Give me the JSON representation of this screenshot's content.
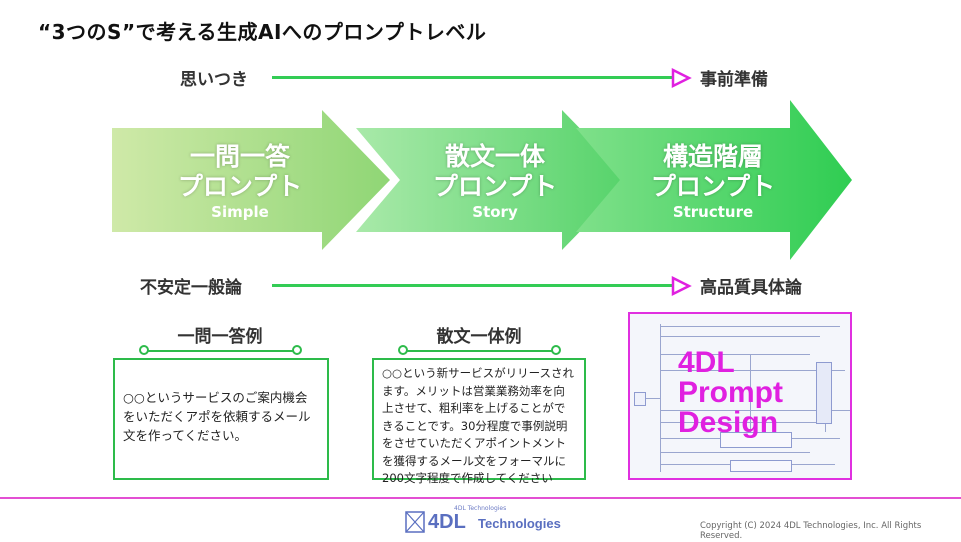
{
  "title": "“3つのS”で考える生成AIへのプロンプトレベル",
  "top_axis": {
    "left": "思いつき",
    "right": "事前準備"
  },
  "bottom_axis": {
    "left": "不安定一般論",
    "right": "高品質具体論"
  },
  "arrows": [
    {
      "line1": "一問一答",
      "line2": "プロンプト",
      "en": "Simple"
    },
    {
      "line1": "散文一体",
      "line2": "プロンプト",
      "en": "Story"
    },
    {
      "line1": "構造階層",
      "line2": "プロンプト",
      "en": "Structure"
    }
  ],
  "examples": [
    {
      "title": "一問一答例",
      "text": "○○というサービスのご案内機会をいただくアポを依頼するメール文を作ってください。"
    },
    {
      "title": "散文一体例",
      "text": "○○という新サービスがリリースされます。メリットは営業業務効率を向上させて、粗利率を上げることができることです。30分程度で事例説明をさせていただくアポイントメントを獲得するメール文をフォーマルに200文字程度で作成してください"
    }
  ],
  "mindmap": {
    "label_lines": [
      "4DL",
      "Prompt",
      "Design"
    ]
  },
  "logo": {
    "small": "4DL Technologies",
    "main": "4DL",
    "sub": "Technologies"
  },
  "copyright": "Copyright (C) 2024 4DL Technologies, Inc. All Rights Reserved.",
  "colors": {
    "green": "#33cc55",
    "magenta": "#e020e0",
    "footer_line": "#e34fd3"
  }
}
